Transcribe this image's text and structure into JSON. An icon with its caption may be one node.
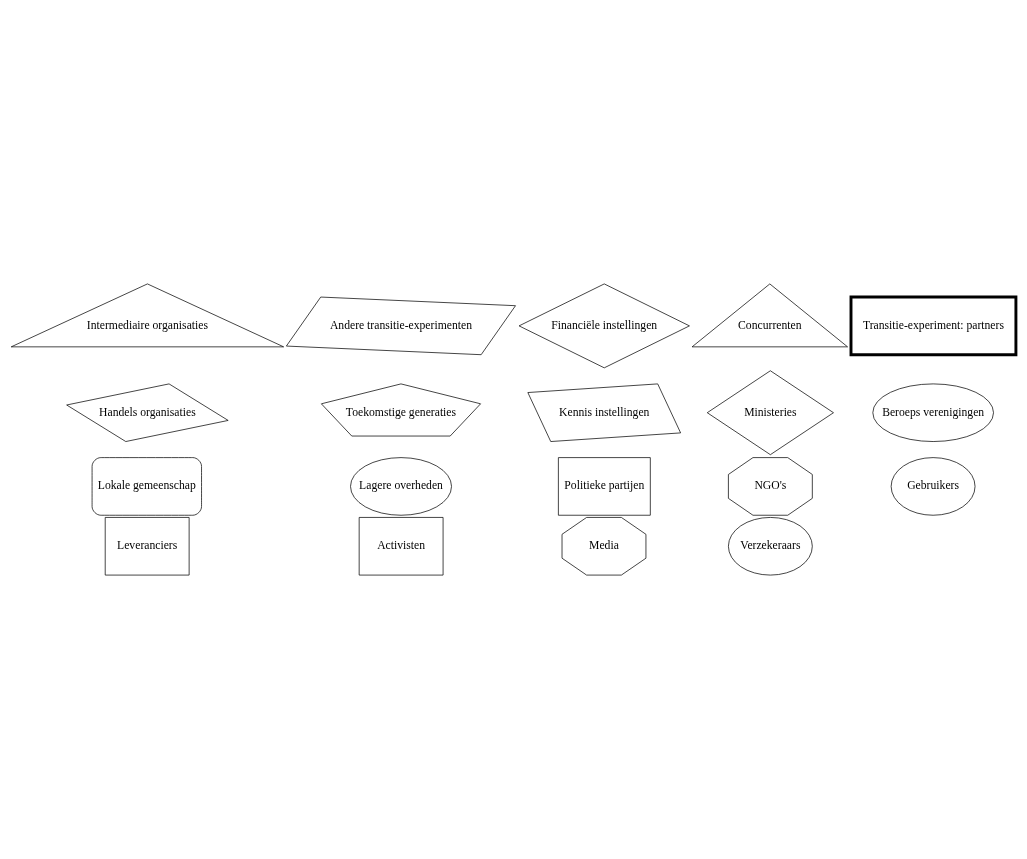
{
  "diagram": {
    "nodes": [
      {
        "text": [
          "Politieke partijen"
        ]
      },
      {
        "text": [
          "NGO's"
        ]
      },
      {
        "text": [
          "Lagere overheden"
        ]
      },
      {
        "text": [
          "Ministeries"
        ]
      },
      {
        "text": [
          "Kennis instellingen"
        ]
      },
      {
        "text": [
          "Gebruikers"
        ]
      },
      {
        "text": [
          "Leveranciers"
        ]
      },
      {
        "text": [
          "Financiële instellingen"
        ]
      },
      {
        "text": [
          "Transitie-experiment: partners"
        ]
      },
      {
        "text": [
          "Intermediaire organisaties"
        ]
      },
      {
        "text": [
          "Activisten"
        ]
      },
      {
        "text": [
          "Concurrenten"
        ]
      },
      {
        "text": [
          "Media"
        ]
      },
      {
        "text": [
          "Lokale gemeenschap"
        ]
      },
      {
        "text": [
          "Andere transitie-experimenten"
        ]
      },
      {
        "text": [
          "Beroeps verenigingen"
        ]
      },
      {
        "text": [
          "Handels organisaties"
        ]
      },
      {
        "text": [
          "Toekomstige generaties"
        ]
      },
      {
        "text": [
          "Verzekeraars"
        ]
      }
    ],
    "edges": []
  }
}
